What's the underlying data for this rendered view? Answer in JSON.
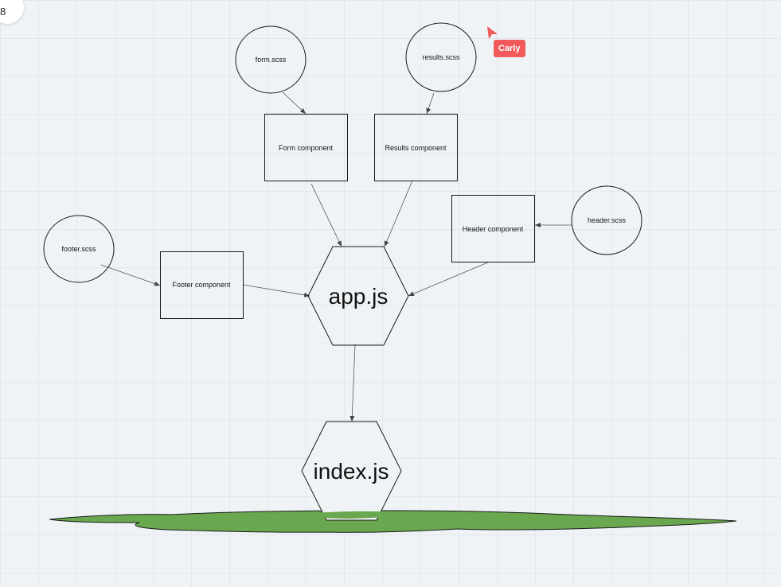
{
  "page_indicator": "8",
  "collaborator": {
    "name": "Carly",
    "color": "#f05a5a"
  },
  "colors": {
    "stroke": "#1a1a1a",
    "arrow": "#555555",
    "ground": "#6aa84f"
  },
  "nodes": {
    "form_scss": "form.scss",
    "results_scss": "results.scss",
    "form_component": "Form component",
    "results_component": "Results component",
    "header_component": "Header component",
    "header_scss": "header.scss",
    "footer_scss": "footer.scss",
    "footer_component": "Footer component",
    "app_js": "app.js",
    "index_js": "index.js"
  }
}
